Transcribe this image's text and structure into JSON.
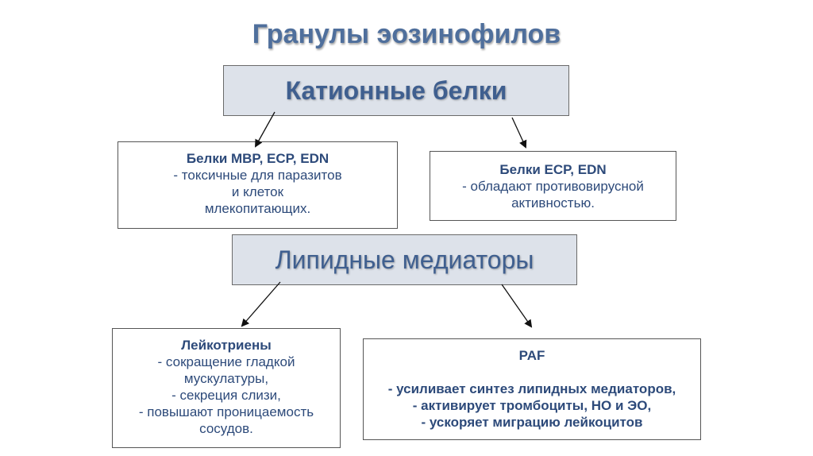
{
  "title": "Гранулы эозинофилов",
  "cationic_header": "Катионные белки",
  "lipid_header": "Липидные медиаторы",
  "mbp_box": {
    "heading": "Белки MBP, ECP, EDN",
    "lines": [
      "- токсичные для паразитов",
      "и клеток",
      "млекопитающих."
    ]
  },
  "ecp_box": {
    "heading": "Белки ECP, EDN",
    "lines": [
      "- обладают противовирусной",
      "активностью."
    ]
  },
  "leuko_box": {
    "heading": "Лейкотриены",
    "lines": [
      "- сокращение гладкой",
      "мускулатуры,",
      "- секреция слизи,",
      "- повышают проницаемость",
      "сосудов."
    ]
  },
  "paf_box": {
    "heading": "PAF",
    "lines": [
      "- усиливает синтез липидных медиаторов,",
      "- активирует тромбоциты, НО и ЭО,",
      "- ускоряет миграцию лейкоцитов"
    ]
  }
}
